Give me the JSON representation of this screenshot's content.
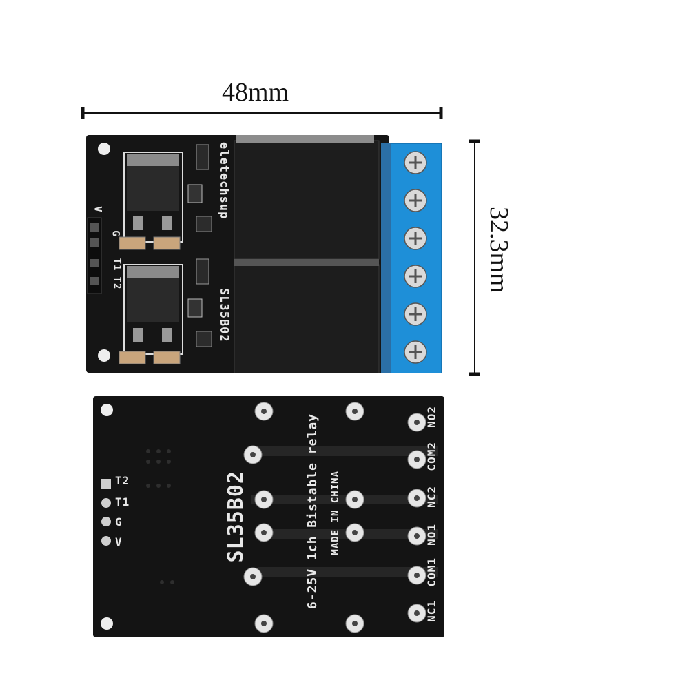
{
  "dimensions": {
    "width_label": "48mm",
    "height_label": "32.3mm"
  },
  "top_board": {
    "brand": "eletechsup",
    "model": "SL35B02",
    "pins": [
      "V",
      "G",
      "T1",
      "T2"
    ],
    "terminal_count": 6,
    "colors": {
      "pcb": "#151515",
      "relay": "#1d1d1d",
      "terminal": "#1e8fd8"
    }
  },
  "bottom_board": {
    "pins": [
      "T2",
      "T1",
      "G",
      "V"
    ],
    "model": "SL35B02",
    "desc_line1": "6-25V 1ch Bistable relay",
    "desc_line2": "MADE IN CHINA",
    "terminals": [
      "NC1",
      "COM1",
      "NO1",
      "NC2",
      "COM2",
      "NO2"
    ]
  }
}
